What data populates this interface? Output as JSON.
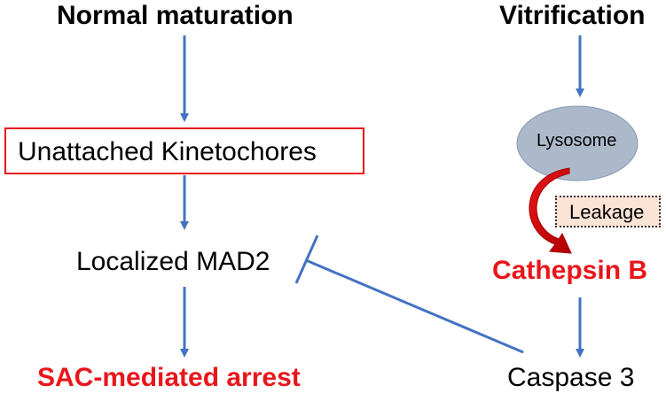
{
  "headings": {
    "left": "Normal maturation",
    "right": "Vitrification"
  },
  "left_path": {
    "kinetochores": "Unattached Kinetochores",
    "mad2": "Localized MAD2",
    "arrest": "SAC-mediated arrest"
  },
  "right_path": {
    "lysosome": "Lysosome",
    "leakage": "Leakage",
    "cathepsin": "Cathepsin B",
    "caspase": "Caspase 3"
  },
  "colors": {
    "arrow": "#4472c4",
    "red": "#e8161b",
    "lysosome_fill": "#acb9ca",
    "leakage_fill": "#fbe3d6",
    "curved_arrow": "#c00000"
  },
  "relations": [
    {
      "from": "Normal maturation",
      "to": "Unattached Kinetochores",
      "type": "activates"
    },
    {
      "from": "Unattached Kinetochores",
      "to": "Localized MAD2",
      "type": "activates"
    },
    {
      "from": "Localized MAD2",
      "to": "SAC-mediated arrest",
      "type": "activates"
    },
    {
      "from": "Vitrification",
      "to": "Lysosome",
      "type": "activates"
    },
    {
      "from": "Lysosome",
      "to": "Cathepsin B",
      "type": "leakage"
    },
    {
      "from": "Cathepsin B",
      "to": "Caspase 3",
      "type": "activates"
    },
    {
      "from": "Caspase 3",
      "to": "Localized MAD2",
      "type": "inhibits"
    }
  ]
}
